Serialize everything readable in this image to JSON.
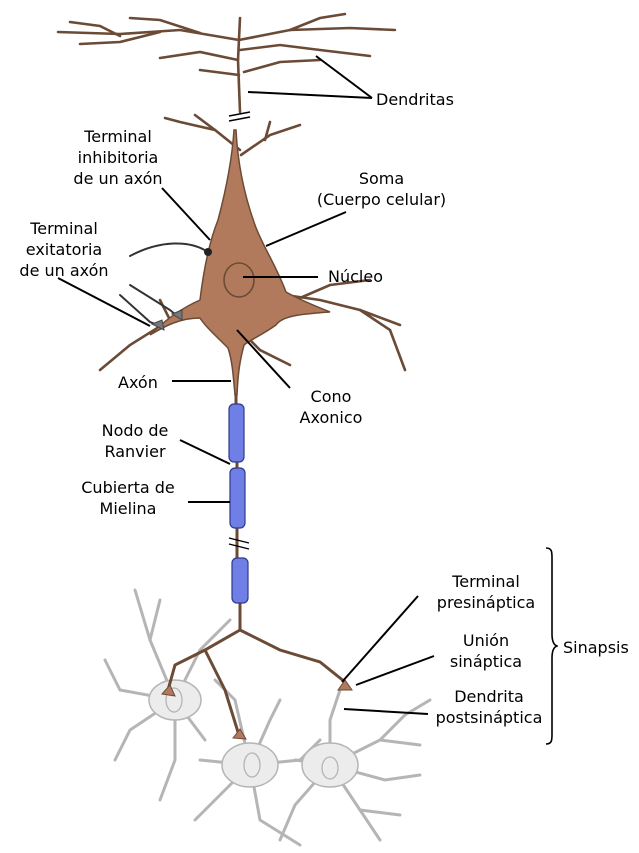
{
  "colors": {
    "neuron_fill": "#b27a5c",
    "neuron_stroke": "#6b4a36",
    "myelin_fill": "#6f7fe6",
    "myelin_stroke": "#2d3a8c",
    "postsynaptic_fill": "#ececec",
    "postsynaptic_stroke": "#b5b5b5",
    "label_line": "#000000"
  },
  "labels": {
    "dendritas": "Dendritas",
    "terminal_inhibitoria": [
      "Terminal",
      "inhibitoria",
      "de un axón"
    ],
    "soma": [
      "Soma",
      "(Cuerpo celular)"
    ],
    "terminal_exitatoria": [
      "Terminal",
      "exitatoria",
      "de un axón"
    ],
    "nucleo": "Núcleo",
    "axon": "Axón",
    "cono_axonico": [
      "Cono",
      "Axonico"
    ],
    "nodo_ranvier": [
      "Nodo de",
      "Ranvier"
    ],
    "cubierta_mielina": [
      "Cubierta de",
      "Mielina"
    ],
    "terminal_presinaptica": [
      "Terminal",
      "presináptica"
    ],
    "union_sinaptica": [
      "Unión",
      "sináptica"
    ],
    "dendrita_postsinaptica": [
      "Dendrita",
      "postsináptica"
    ],
    "sinapsis": "Sinapsis"
  }
}
